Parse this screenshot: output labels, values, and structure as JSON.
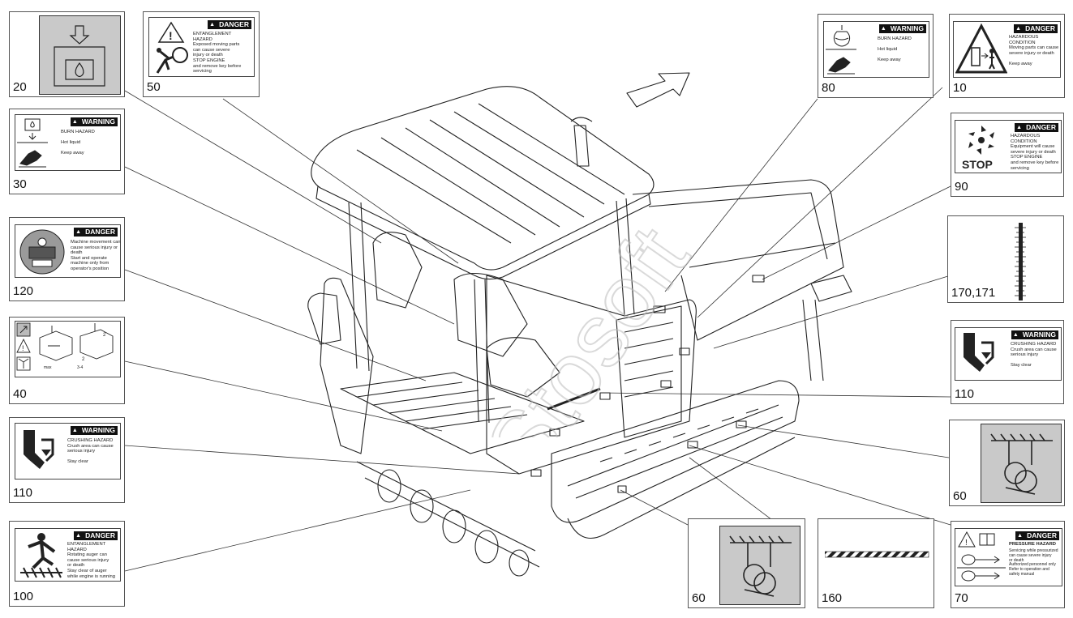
{
  "panels": [
    {
      "id": "p20",
      "num": "20"
    },
    {
      "id": "p50",
      "num": "50",
      "header": "DANGER",
      "text": "ENTANGLEMENT\nHAZARD\nExposed moving parts\ncan cause severe\ninjury or death\nSTOP ENGINE\nand remove key before\nservicing"
    },
    {
      "id": "p30",
      "num": "30",
      "header": "WARNING",
      "text": "BURN HAZARD\n\nHot liquid\n\nKeep away"
    },
    {
      "id": "p120",
      "num": "120",
      "header": "DANGER",
      "text": "Machine movement can\ncause serious injury or\ndeath\nStart and operate\nmachine only from\noperator's position"
    },
    {
      "id": "p40",
      "num": "40"
    },
    {
      "id": "p110a",
      "num": "110",
      "header": "WARNING",
      "text": "CRUSHING HAZARD\nCrush area can cause\nserious injury\n\nStay clear"
    },
    {
      "id": "p100",
      "num": "100",
      "header": "DANGER",
      "text": "ENTANGLEMENT\nHAZARD\nRotating auger can\ncause serious injury\nor death\nStay clear of auger\nwhile engine is running"
    },
    {
      "id": "p80",
      "num": "80",
      "header": "WARNING",
      "text": "BURN HAZARD\n\nHot liquid\n\nKeep away"
    },
    {
      "id": "p10",
      "num": "10",
      "header": "DANGER",
      "text": "HAZARDOUS\nCONDITION\nMoving parts can cause\nsevere injury or death\n\nKeep away"
    },
    {
      "id": "p90",
      "num": "90",
      "header": "DANGER",
      "text": "HAZARDOUS\nCONDITION\nEquipment will cause\nsevere injury or death\nSTOP ENGINE\nand remove key before\nservicing",
      "stop": "STOP"
    },
    {
      "id": "p170",
      "num": "170,171"
    },
    {
      "id": "p110b",
      "num": "110",
      "header": "WARNING",
      "text": "CRUSHING HAZARD\nCrush area can cause\nserious injury\n\nStay clear"
    },
    {
      "id": "p60r",
      "num": "60"
    },
    {
      "id": "p60b",
      "num": "60"
    },
    {
      "id": "p160",
      "num": "160"
    },
    {
      "id": "p70",
      "num": "70",
      "header": "DANGER",
      "subheader": "PRESSURE HAZARD",
      "text": "Servicing while pressurized\ncan cause severe injury\nor death\nAuthorized personnel only\nRefer to operation and\nsafety manual"
    }
  ],
  "watermark": "Stosoft",
  "colors": {
    "decal_grey": "#c9c9c9",
    "line": "#333333",
    "header": "#111111"
  }
}
